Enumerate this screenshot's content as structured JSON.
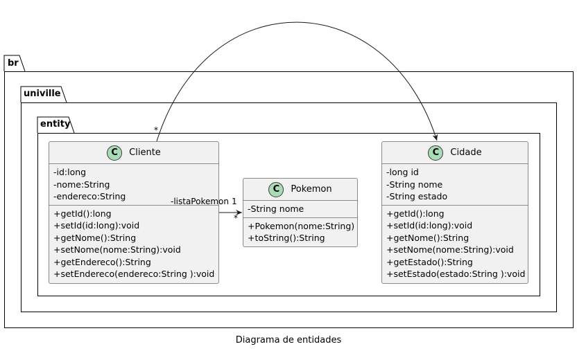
{
  "packages": {
    "br": "br",
    "univille": "univille",
    "entity": "entity"
  },
  "classes": {
    "cliente": {
      "icon": "C",
      "name": "Cliente",
      "attributes": [
        "-id:long",
        "-nome:String",
        "-endereco:String"
      ],
      "methods": [
        "+getId():long",
        "+setId(id:long):void",
        "+getNome():String",
        "+setNome(nome:String):void",
        "+getEndereco():String",
        "+setEndereco(endereco:String ):void"
      ]
    },
    "pokemon": {
      "icon": "C",
      "name": "Pokemon",
      "attributes": [
        "-String nome"
      ],
      "methods": [
        "+Pokemon(nome:String)",
        "+toString():String"
      ]
    },
    "cidade": {
      "icon": "C",
      "name": "Cidade",
      "attributes": [
        "-long id",
        "-String nome",
        "-String estado"
      ],
      "methods": [
        "+getId():long",
        "+setId(id:long):void",
        "+getNome():String",
        "+setNome(nome:String):void",
        "+getEstado():String",
        "+setEstado(estado:String ):void"
      ]
    }
  },
  "relations": {
    "cliente_pokemon": {
      "role": "-listaPokemon",
      "source_mult": "1",
      "target_mult": "*"
    },
    "cliente_cidade": {
      "source_mult": "*"
    }
  },
  "caption": "Diagrama de entidades",
  "colors": {
    "class_fill": "#f1f1f1",
    "class_icon": "#a9dcb6",
    "border": "#8a8a8a"
  }
}
